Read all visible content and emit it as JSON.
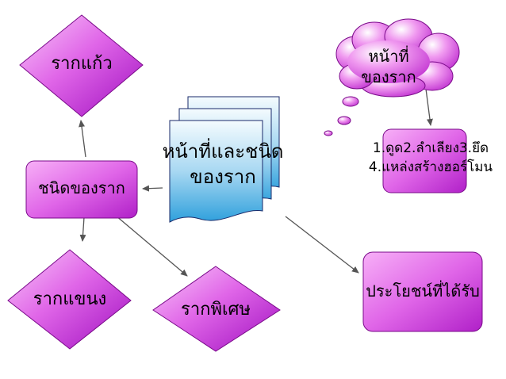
{
  "colors": {
    "shape_fill_light": "#f7a8f7",
    "shape_fill_mid": "#e066e8",
    "shape_fill_dark": "#b010c8",
    "doc_fill_top": "#eaf6fc",
    "doc_fill_bottom": "#3aa8e0",
    "doc_stroke": "#1a2a6a",
    "arrow": "#555555"
  },
  "nodes": {
    "center": {
      "line1": "หน้าที่และชนิด",
      "line2": "ของราก"
    },
    "types": "ชนิดของราก",
    "glass_root": "รากแก้ว",
    "stilt_root": "รากแขนง",
    "special_root": "รากพิเศษ",
    "function_cloud": {
      "line1": "หน้าที่",
      "line2": "ของราก"
    },
    "functions_list": {
      "line1": "1.ดูด2.ลำเลียง3.ยึด",
      "line2": "4.แหล่งสร้างฮอร์โมน"
    },
    "benefits": "ประโยชน์ที่ได้รับ"
  }
}
